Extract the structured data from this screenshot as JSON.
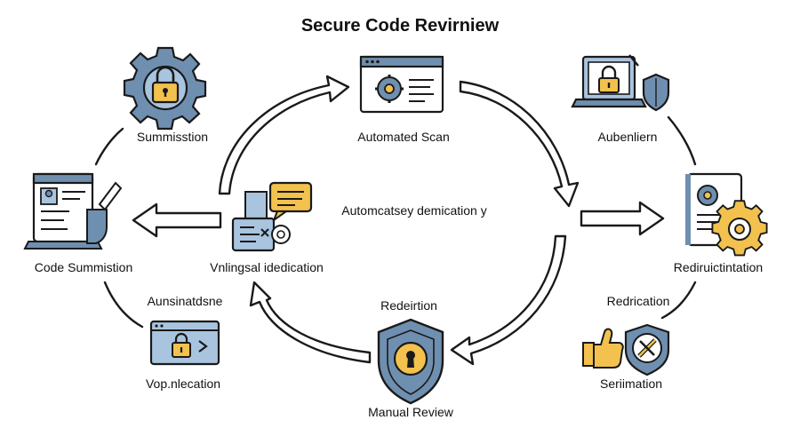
{
  "title": "Secure Code Revirniew",
  "labels": {
    "summission": "Summisstion",
    "automated_scan": "Automated Scan",
    "aubenlern": "Aubenliern",
    "code_summission": "Code Summistion",
    "center_top": "Automcatsey demication y",
    "center_mid": "Vnlingsal idedication",
    "rediructintation": "Rediruictintation",
    "ausninatdsne": "Aunsinatdsne",
    "redeirtion": "Redeirtion",
    "redrication": "Redrication",
    "vop": "Vop.nlecation",
    "manual_review": "Manual Review",
    "seriimation": "Seriimation"
  },
  "colors": {
    "steel_blue": "#6f8fb0",
    "light_blue": "#a9c4de",
    "gold": "#f2c14e",
    "outline": "#1a1a1a"
  },
  "icons": [
    "gear-lock-icon",
    "browser-gear-icon",
    "laptop-lock-shield-icon",
    "document-pencil-icon",
    "document-gear-icon",
    "chat-document-gear-icon",
    "browser-lock-icon",
    "shield-lock-icon",
    "thumbs-up-icon",
    "shield-tools-icon"
  ]
}
